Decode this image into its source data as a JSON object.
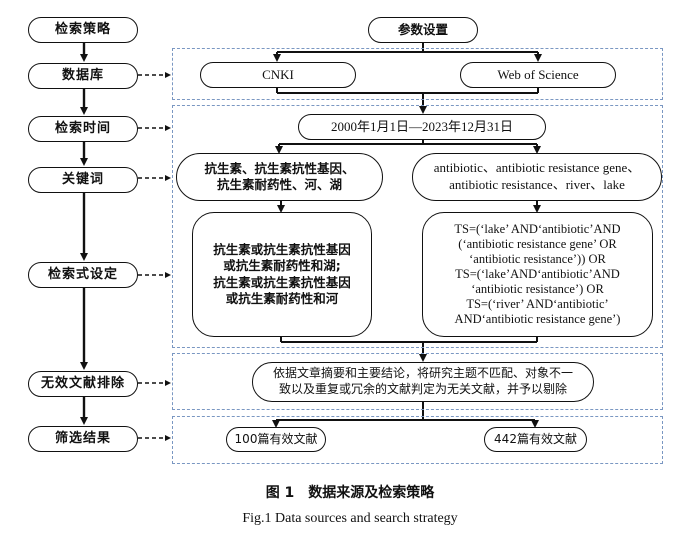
{
  "steps": {
    "strategy": "检索策略",
    "database": "数据库",
    "time": "检索时间",
    "keywords": "关键词",
    "query": "检索式设定",
    "exclusion": "无效文献排除",
    "results": "筛选结果"
  },
  "parameters": {
    "title": "参数设置"
  },
  "databases": {
    "left": "CNKI",
    "right": "Web of Science"
  },
  "time_range": "2000年1月1日—2023年12月31日",
  "keywords": {
    "cn": [
      "抗生素、抗生素抗性基因、",
      "抗生素耐药性、河、湖"
    ],
    "en": [
      "antibiotic、antibiotic resistance gene、",
      "antibiotic resistance、river、lake"
    ]
  },
  "queries": {
    "cn": [
      "抗生素或抗生素抗性基因",
      "或抗生素耐药性和湖;",
      "抗生素或抗生素抗性基因",
      "或抗生素耐药性和河"
    ],
    "en": [
      "TS=(‘lake’ AND‘antibiotic’AND",
      "(‘antibiotic resistance gene’ OR",
      "‘antibiotic resistance’)) OR",
      "TS=(‘lake’AND‘antibiotic’AND",
      "‘antibiotic resistance’) OR",
      "TS=(‘river’ AND‘antibiotic’",
      "AND‘antibiotic resistance gene’)"
    ]
  },
  "exclusion": [
    "依据文章摘要和主要结论，将研究主题不匹配、对象不一",
    "致以及重复或冗余的文献判定为无关文献，并予以剔除"
  ],
  "results": {
    "left": "100篇有效文献",
    "right": "442篇有效文献"
  },
  "caption": {
    "cn": "图 1　数据来源及检索策略",
    "en": "Fig.1 Data sources and search strategy"
  },
  "colors": {
    "panel_border": "#7a97c2",
    "line": "#111111"
  }
}
